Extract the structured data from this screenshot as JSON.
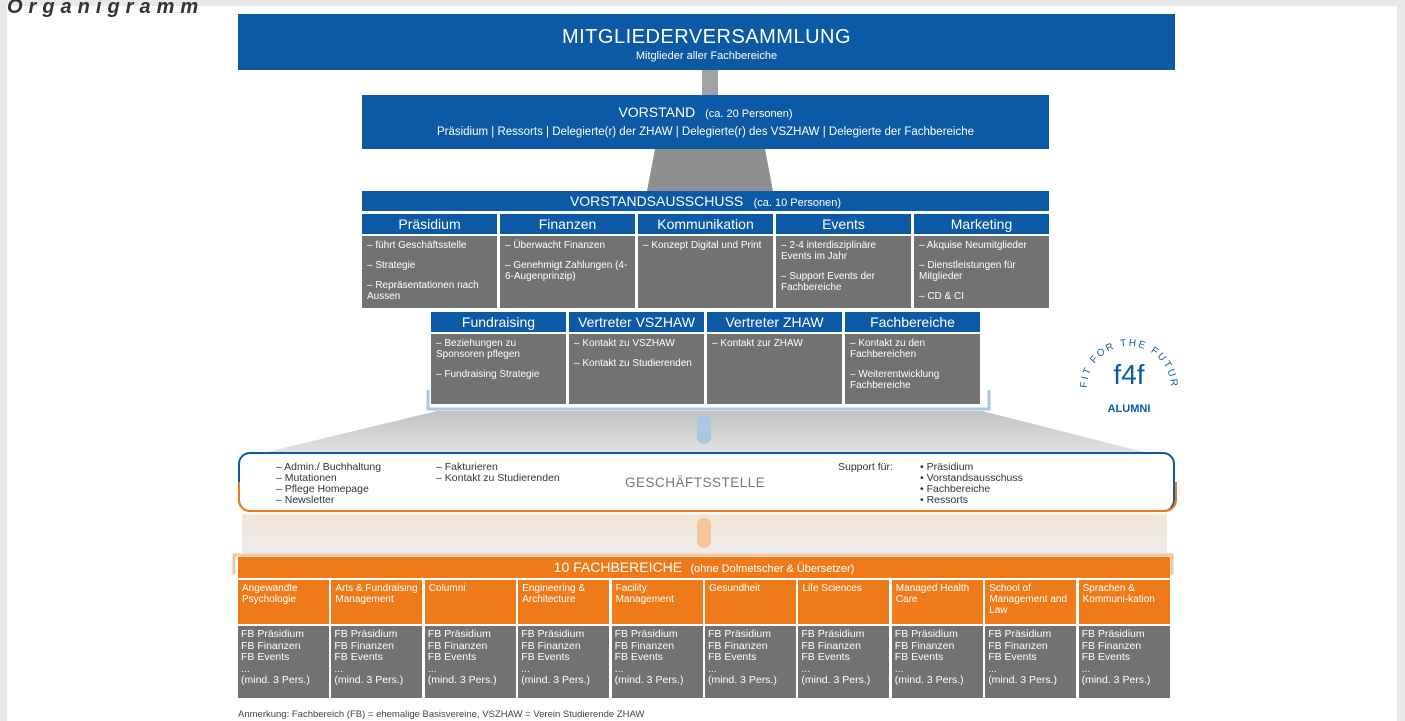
{
  "top_cutoff_text": "Organigramm",
  "mv": {
    "title": "MITGLIEDERVERSAMMLUNG",
    "subtitle": "Mitglieder aller Fachbereiche"
  },
  "vorstand": {
    "title": "VORSTAND",
    "count": "(ca. 20 Personen)",
    "members": "Präsidium | Ressorts | Delegierte(r) der ZHAW | Delegierte(r) des VSZHAW | Delegierte der Fachbereiche"
  },
  "ausschuss": {
    "title": "VORSTANDSAUSSCHUSS",
    "count": "(ca. 10 Personen)",
    "row1": [
      {
        "name": "Präsidium",
        "items": [
          "– führt Geschäftsstelle",
          "– Strategie",
          "– Repräsentationen nach Aussen"
        ]
      },
      {
        "name": "Finanzen",
        "items": [
          "– Überwacht Finanzen",
          "– Genehmigt Zahlungen (4-6-Augenprinzip)"
        ]
      },
      {
        "name": "Kommunikation",
        "items": [
          "– Konzept Digital und Print"
        ]
      },
      {
        "name": "Events",
        "items": [
          "– 2-4 interdisziplinäre Events im Jahr",
          "– Support Events der Fachbereiche"
        ]
      },
      {
        "name": "Marketing",
        "items": [
          "– Akquise Neumitglieder",
          "– Dienstleistungen für Mitglieder",
          "– CD & CI"
        ]
      }
    ],
    "row2": [
      {
        "name": "Fundraising",
        "items": [
          "– Beziehungen zu Sponsoren pflegen",
          "– Fundraising Strategie"
        ]
      },
      {
        "name": "Vertreter VSZHAW",
        "items": [
          "– Kontakt zu VSZHAW",
          "– Kontakt zu Studierenden"
        ]
      },
      {
        "name": "Vertreter ZHAW",
        "items": [
          "– Kontakt zur ZHAW"
        ]
      },
      {
        "name": "Fachbereiche",
        "items": [
          "– Kontakt zu den Fachbereichen",
          "– Weiterentwicklung Fachbereiche"
        ]
      }
    ]
  },
  "logo": {
    "arc_text": "FIT FOR THE FUTURE",
    "mark": "f4f",
    "alumni": "ALUMNI"
  },
  "geschaeftsstelle": {
    "title": "GESCHÄFTSSTELLE",
    "col1": [
      "– Admin./ Buchhaltung",
      "– Mutationen",
      "– Pflege Homepage",
      "– Newsletter"
    ],
    "col2": [
      "– Fakturieren",
      "– Kontakt zu Studierenden"
    ],
    "support_label": "Support für:",
    "support": [
      "• Präsidium",
      "• Vorstandsausschuss",
      "• Fachbereiche",
      "• Ressorts"
    ]
  },
  "fachbereiche": {
    "title": "10 FACHBEREICHE",
    "note": "(ohne Dolmetscher & Übersetzer)",
    "items": [
      "Angewandte Psychologie",
      "Arts & Fundraising Management",
      "Columni",
      "Engineering & Architecture",
      "Facility Management",
      "Gesundheit",
      "Life Sciences",
      "Managed Health Care",
      "School of Management and Law",
      "Sprachen & Kommuni-kation"
    ],
    "roles": [
      "FB Präsidium",
      "FB Finanzen",
      "FB Events",
      "...",
      "(mind. 3 Pers.)"
    ]
  },
  "footnote": "Anmerkung: Fachbereich (FB) = ehemalige Basisvereine, VSZHAW = Verein Studierende ZHAW",
  "colors": {
    "blue": "#0c5aa6",
    "grey": "#717274",
    "orange": "#ef7a1a",
    "light_blue": "#a9c6e6",
    "light_orange": "#f6c49c"
  }
}
